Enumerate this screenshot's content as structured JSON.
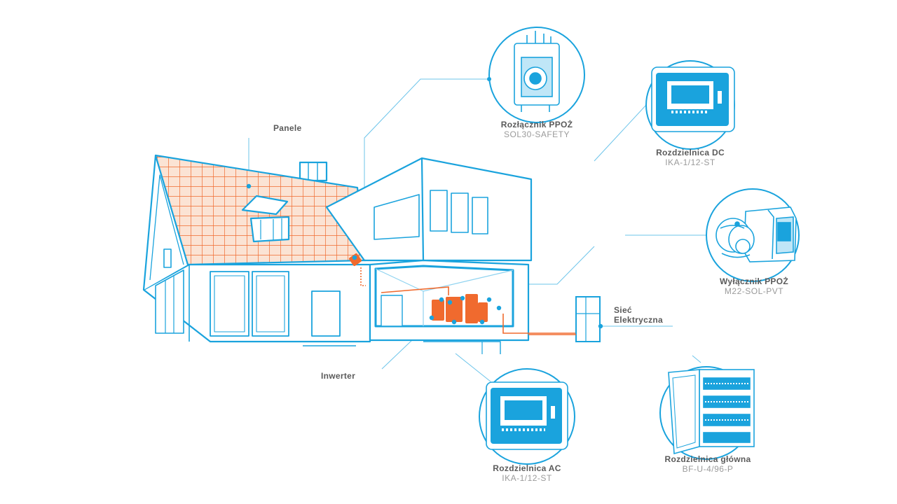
{
  "colors": {
    "line": "#1aa3dd",
    "line_light": "#8fd3f0",
    "accent": "#f06a2e",
    "text_dark": "#5a5a5a",
    "text_light": "#9a9a9a"
  },
  "labels": {
    "panele": "Panele",
    "inwerter": "Inwerter",
    "siec_line1": "Sieć",
    "siec_line2": "Elektryczna"
  },
  "components": {
    "rozlacznik": {
      "title": "Rozłącznik PPOŻ",
      "model": "SOL30-SAFETY",
      "icon": "fire-disconnector-icon"
    },
    "dc": {
      "title": "Rozdzielnica DC",
      "model": "IKA-1/12-ST",
      "icon": "dc-switchboard-icon"
    },
    "wylacznik": {
      "title": "Wyłącznik PPOŻ",
      "model": "M22-SOL-PVT",
      "icon": "fire-switch-icon"
    },
    "ac": {
      "title": "Rozdzielnica AC",
      "model": "IKA-1/12-ST",
      "icon": "ac-switchboard-icon"
    },
    "glowna": {
      "title": "Rozdzielnica główna",
      "model": "BF-U-4/96-P",
      "icon": "main-switchboard-icon"
    }
  }
}
